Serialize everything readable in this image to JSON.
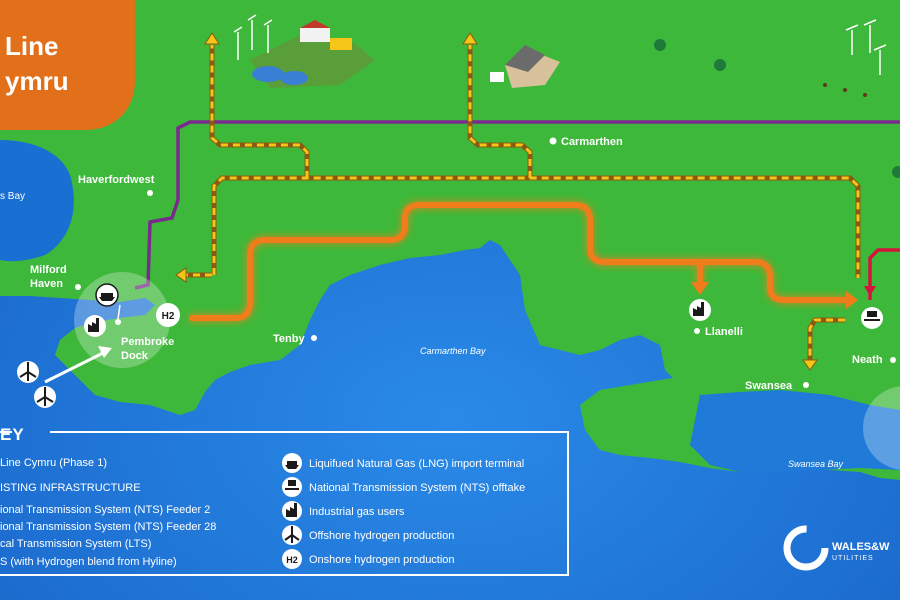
{
  "title": {
    "line1": "Line",
    "line2": "ymru"
  },
  "places": {
    "haverfordwest": "Haverfordwest",
    "carmarthen": "Carmarthen",
    "milford_haven_1": "Milford",
    "milford_haven_2": "Haven",
    "pembroke_dock_1": "Pembroke",
    "pembroke_dock_2": "Dock",
    "tenby": "Tenby",
    "llanelli": "Llanelli",
    "swansea": "Swansea",
    "neath": "Neath",
    "bay_fragment": "s Bay"
  },
  "water": {
    "carmarthen_bay": "Carmarthen Bay",
    "swansea_bay": "Swansea Bay"
  },
  "markers": {
    "h2": "H2"
  },
  "key": {
    "title": "EY",
    "items_left": [
      "Line Cymru (Phase 1)",
      "ISTING INFRASTRUCTURE",
      "ional Transmission System (NTS) Feeder 2",
      "ional Transmission System (NTS) Feeder 28",
      "cal Transmission System (LTS)",
      "S (with Hydrogen blend from Hyline)"
    ],
    "items_right": [
      "Liquifued Natural Gas (LNG) import terminal",
      "National Transmission System (NTS) offtake",
      "Industrial gas users",
      "Offshore hydrogen production",
      "Onshore hydrogen production"
    ],
    "h2_icon": "H2"
  },
  "logo": {
    "name": "WALES&W",
    "sub": "UTILITIES"
  },
  "colors": {
    "sea": "#1a73d6",
    "land": "#3db83a",
    "hyline": "#f07d1a",
    "nts_feeder": "#f5c518",
    "lts": "#7a2a8c",
    "nts_red": "#d4143c",
    "title_bg": "#e2701a"
  }
}
